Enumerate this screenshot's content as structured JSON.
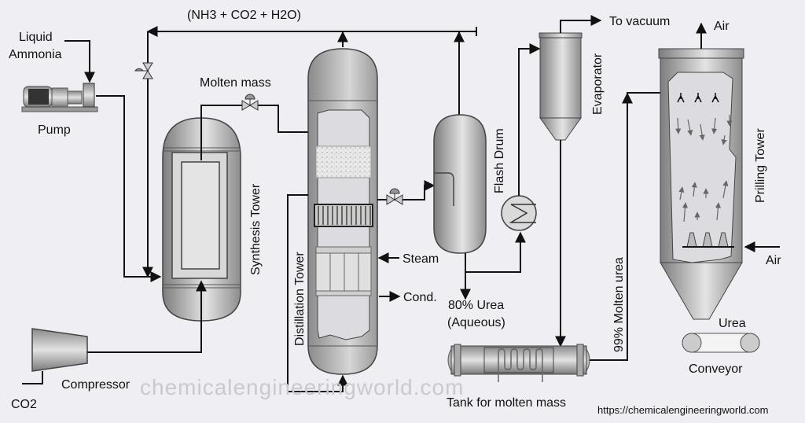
{
  "title": "Urea Manufacturing Process Flow Diagram",
  "labels": {
    "recycle_gas": "(NH3 + CO2 + H2O)",
    "liquid_ammonia_line1": "Liquid",
    "liquid_ammonia_line2": "Ammonia",
    "pump": "Pump",
    "molten_mass": "Molten mass",
    "synthesis_tower": "Synthesis Tower",
    "distillation_tower": "Distillation Tower",
    "compressor": "Compressor",
    "co2": "CO2",
    "steam": "Steam",
    "condensate": "Cond.",
    "flash_drum": "Flash Drum",
    "urea_80_line1": "80% Urea",
    "urea_80_line2": "(Aqueous)",
    "to_vacuum": "To vacuum",
    "evaporator": "Evaporator",
    "tank_molten_mass": "Tank for molten mass",
    "molten_urea_99": "99% Molten urea",
    "air_out": "Air",
    "air_in": "Air",
    "prilling_tower": "Prilling Tower",
    "urea": "Urea",
    "conveyor": "Conveyor"
  },
  "watermark": "chemicalengineeringworld.com",
  "source_url": "https://chemicalengineeringworld.com",
  "colors": {
    "background": "#efeff3",
    "vessel_dark": "#8a8a8a",
    "vessel_light": "#e6e6e6",
    "interior": "#dcdce0",
    "line": "#111111"
  }
}
